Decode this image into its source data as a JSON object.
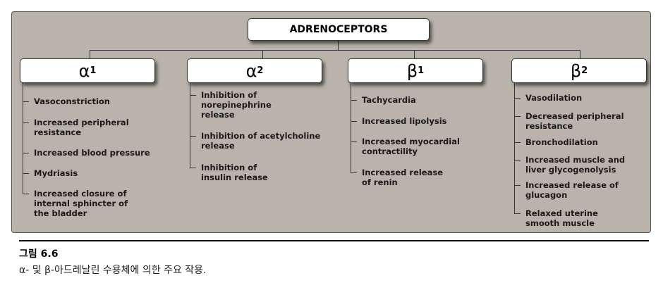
{
  "title": "ADRENOCEPTORS",
  "receptors": [
    {
      "symbol": "α",
      "sub": "1",
      "effects": [
        "Vasoconstriction",
        "Increased peripheral resistance",
        "Increased blood pressure",
        "Mydriasis",
        "Increased closure of internal sphincter of the bladder"
      ]
    },
    {
      "symbol": "α",
      "sub": "2",
      "effects": [
        "Inhibition of norepinephrine release",
        "Inhibition of acetylcholine release",
        "Inhibition of insulin release"
      ]
    },
    {
      "symbol": "β",
      "sub": "1",
      "effects": [
        "Tachycardia",
        "Increased lipolysis",
        "Increased myocardial contractility",
        "Increased release of renin"
      ]
    },
    {
      "symbol": "β",
      "sub": "2",
      "effects": [
        "Vasodilation",
        "Decreased peripheral resistance",
        "Bronchodilation",
        "Increased muscle and liver glycogenolysis",
        "Increased release of glucagon",
        "Relaxed uterine smooth muscle"
      ]
    }
  ],
  "caption": {
    "label": "그림 6.6",
    "text": "α- 및 β-아드레날린 수용체에 의한 주요 작용."
  }
}
